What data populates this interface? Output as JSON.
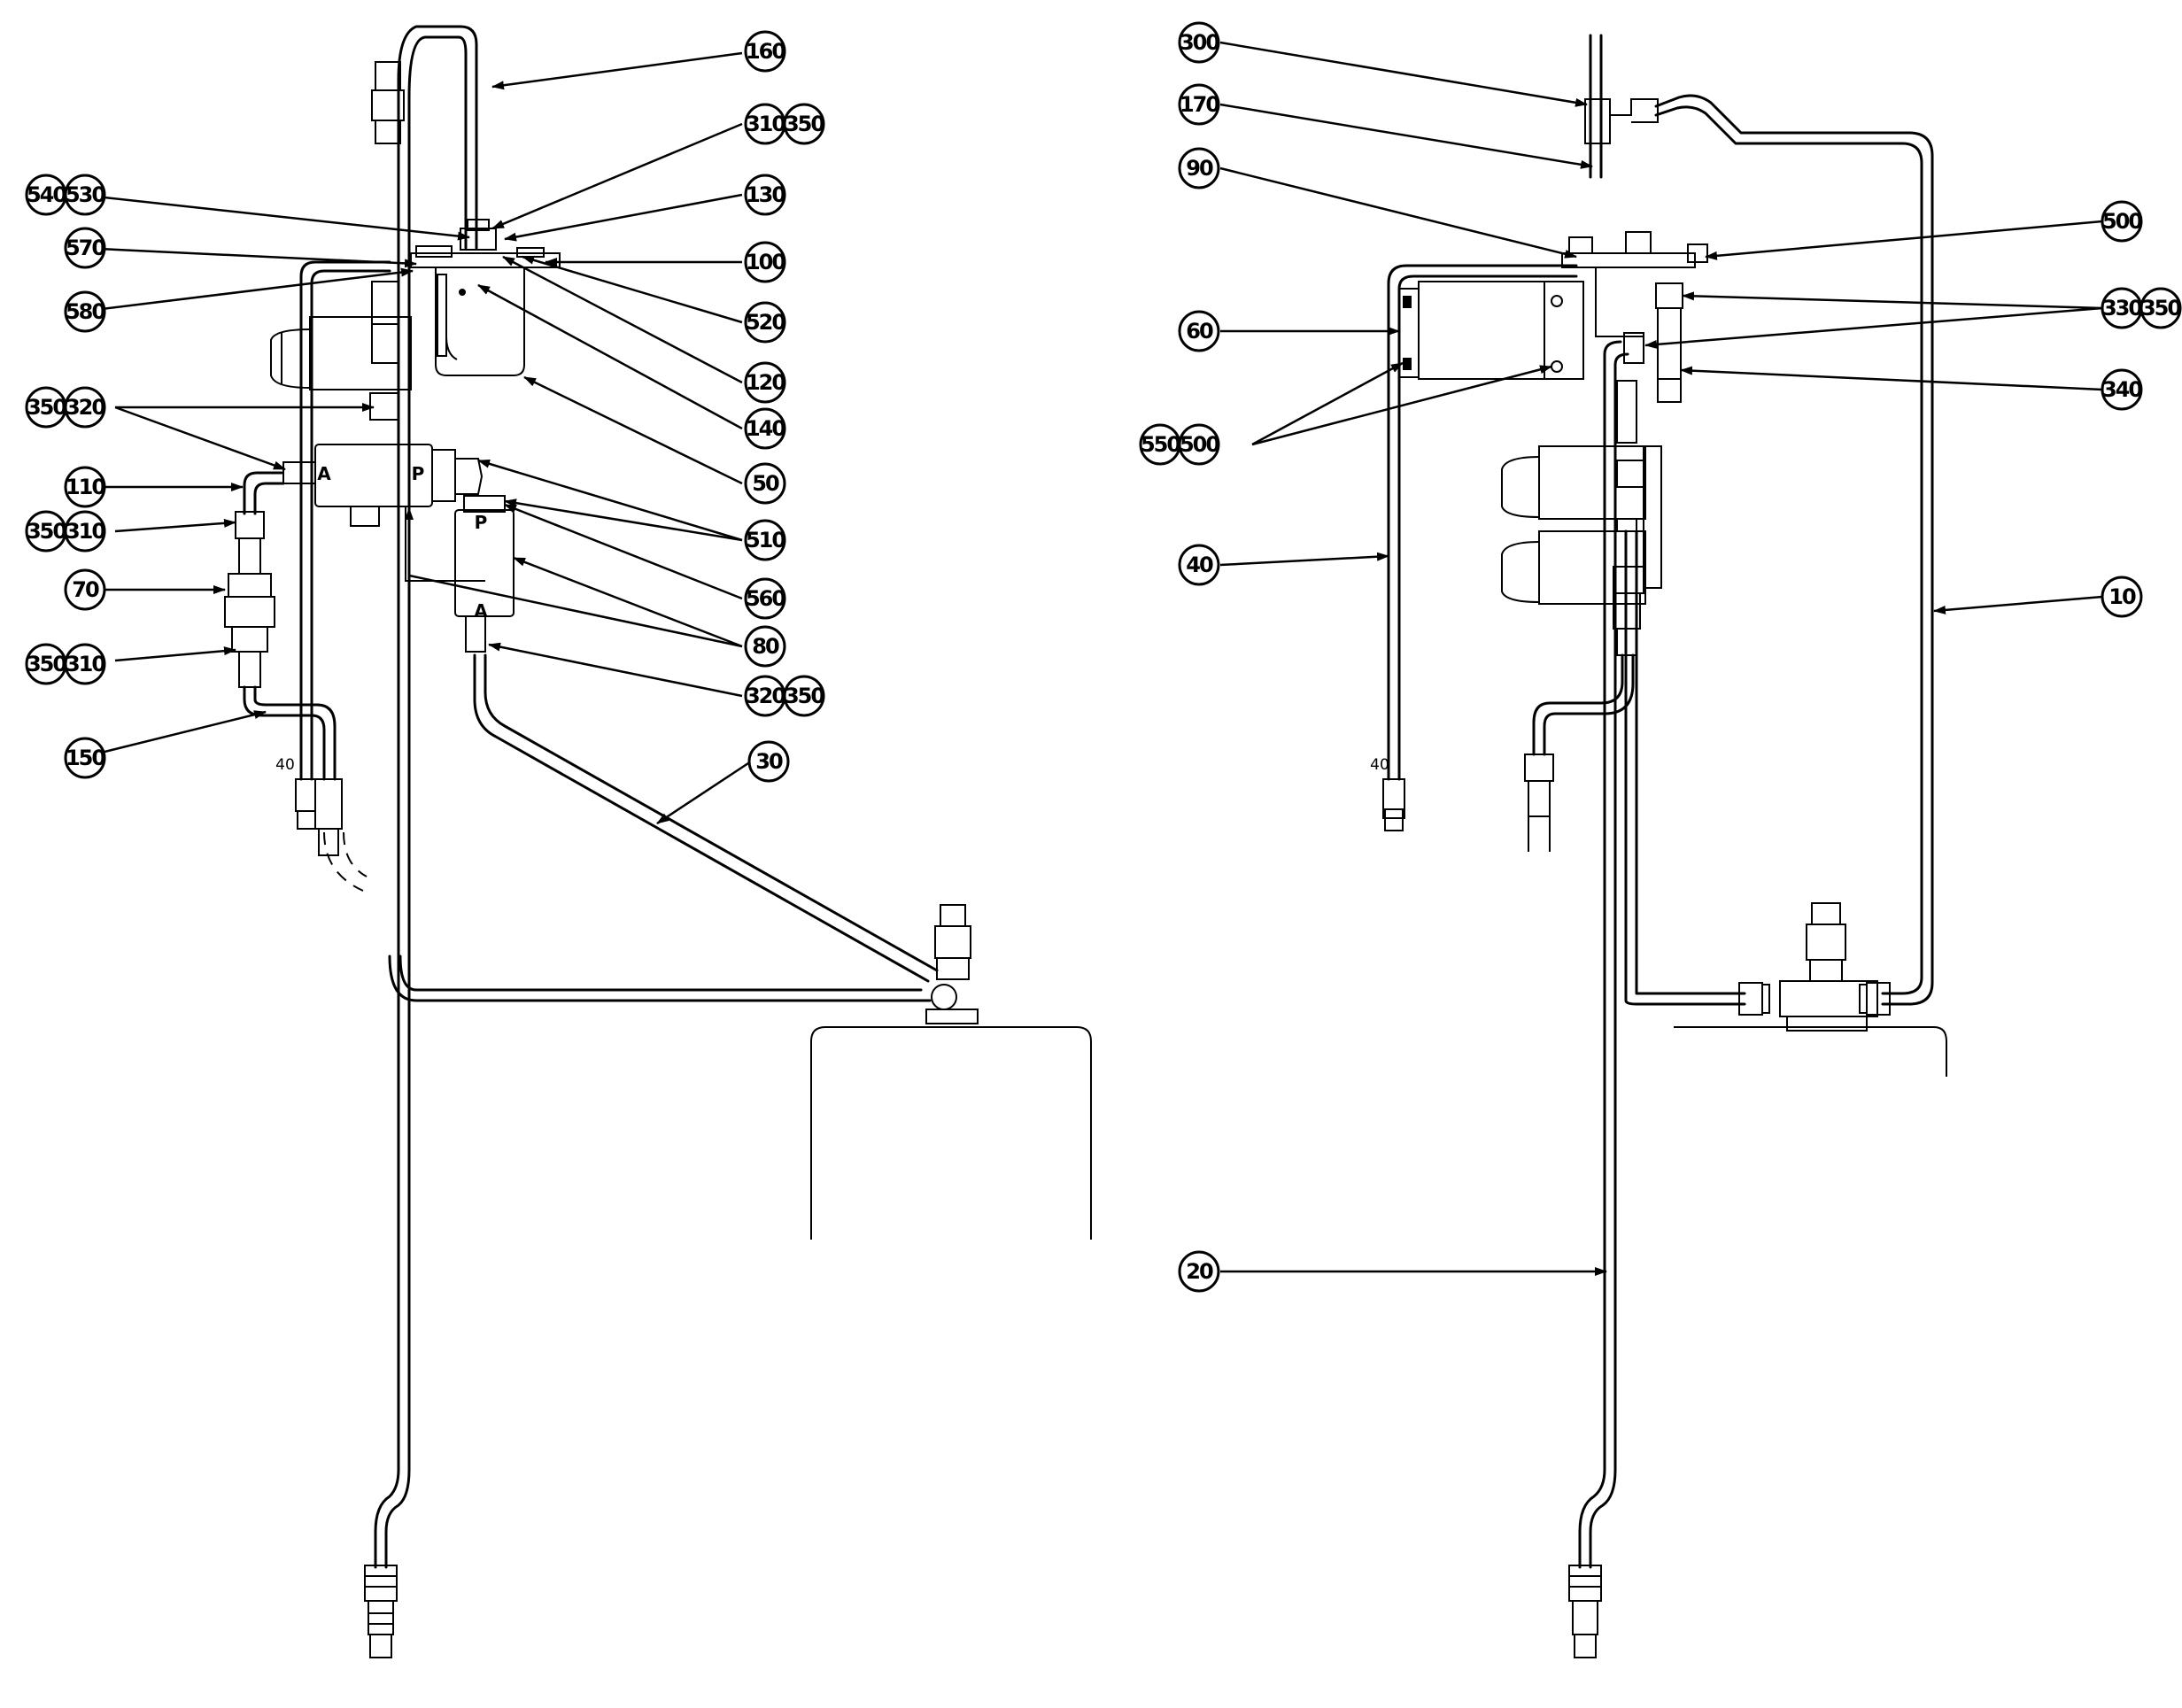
{
  "callouts": {
    "c160": "160",
    "c310": "310",
    "c350": "350",
    "c130": "130",
    "c540": "540",
    "c530": "530",
    "c570": "570",
    "c100": "100",
    "c580": "580",
    "c520": "520",
    "c120": "120",
    "c140": "140",
    "c320": "320",
    "c50": "50",
    "c110": "110",
    "c510": "510",
    "c70": "70",
    "c560": "560",
    "c80": "80",
    "c150": "150",
    "c30": "30",
    "c300": "300",
    "c170": "170",
    "c90": "90",
    "c500": "500",
    "c330": "330",
    "c60": "60",
    "c340": "340",
    "c550": "550",
    "c40": "40",
    "c10": "10",
    "c20": "20"
  },
  "ports": {
    "a": "A",
    "p": "P"
  },
  "pipe_label": "40"
}
